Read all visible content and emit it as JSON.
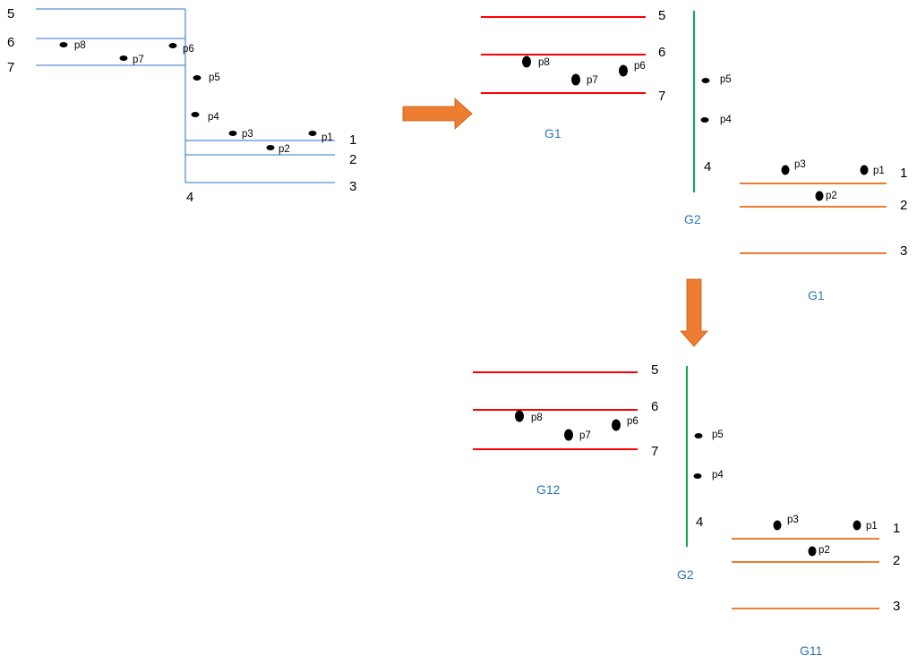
{
  "colors": {
    "original_lines": "#5b8ed6",
    "group_red": "#ff0000",
    "group_green": "#00b050",
    "group_orange": "#ed7d31",
    "arrow": "#ed7d31",
    "group_label": "#2e75b6"
  },
  "original": {
    "line_labels": [
      "5",
      "6",
      "7",
      "4",
      "1",
      "2",
      "3"
    ],
    "points": [
      "p8",
      "p7",
      "p6",
      "p5",
      "p4",
      "p3",
      "p1",
      "p2"
    ]
  },
  "split_1": {
    "red_block": {
      "line_labels": [
        "5",
        "6",
        "7"
      ],
      "points": [
        "p8",
        "p7",
        "p6"
      ],
      "group": "G1"
    },
    "green_block": {
      "line_label": "4",
      "points": [
        "p5",
        "p4"
      ],
      "group": "G2"
    },
    "orange_block": {
      "line_labels": [
        "1",
        "2",
        "3"
      ],
      "points": [
        "p3",
        "p1",
        "p2"
      ],
      "group": "G1"
    }
  },
  "split_2": {
    "red_block": {
      "line_labels": [
        "5",
        "6",
        "7"
      ],
      "points": [
        "p8",
        "p7",
        "p6"
      ],
      "group": "G12"
    },
    "green_block": {
      "line_label": "4",
      "points": [
        "p5",
        "p4"
      ],
      "group": "G2"
    },
    "orange_block": {
      "line_labels": [
        "1",
        "2",
        "3"
      ],
      "points": [
        "p3",
        "p1",
        "p2"
      ],
      "group": "G11"
    }
  },
  "arrows": [
    "arrow-right",
    "arrow-down"
  ]
}
